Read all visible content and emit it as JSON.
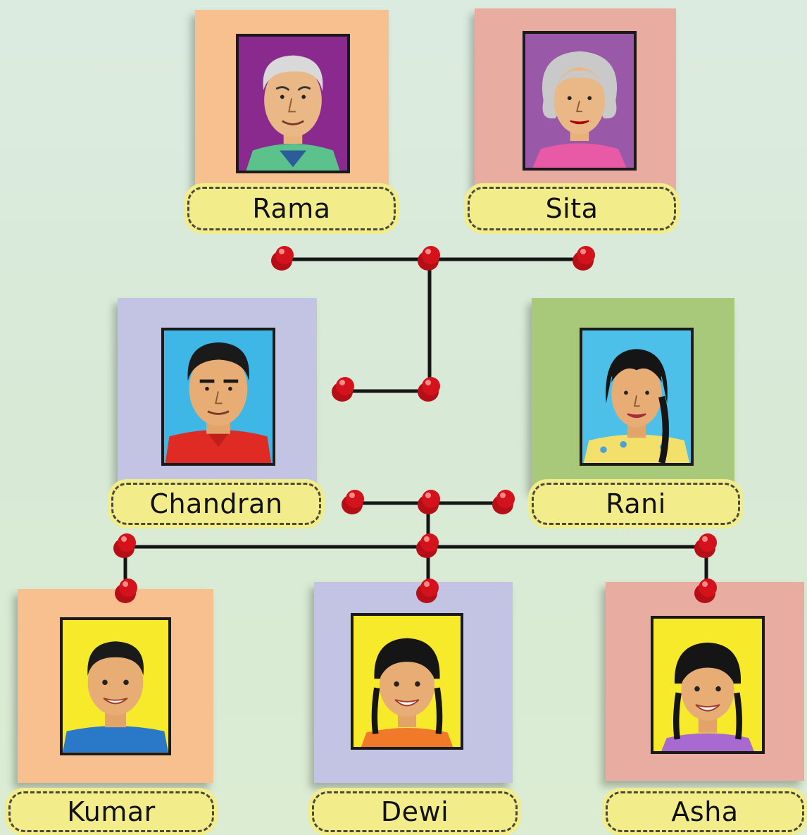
{
  "members": [
    {
      "id": "rama",
      "name": "Rama"
    },
    {
      "id": "sita",
      "name": "Sita"
    },
    {
      "id": "chandran",
      "name": "Chandran"
    },
    {
      "id": "rani",
      "name": "Rani"
    },
    {
      "id": "kumar",
      "name": "Kumar"
    },
    {
      "id": "dewi",
      "name": "Dewi"
    },
    {
      "id": "asha",
      "name": "Asha"
    }
  ],
  "colors": {
    "background": "#d9ebd9",
    "card_orange": "#f7c08e",
    "card_pink": "#e8aca0",
    "card_lavender": "#c3c3e3",
    "card_green": "#a9c97a",
    "label_yellow": "#f2ec8a",
    "pin_red": "#d3121b",
    "photo_purple": "#8a2a8f",
    "photo_violet": "#9a58a8",
    "photo_cyan": "#3fb7e6",
    "photo_yellow": "#f6ea2a"
  }
}
